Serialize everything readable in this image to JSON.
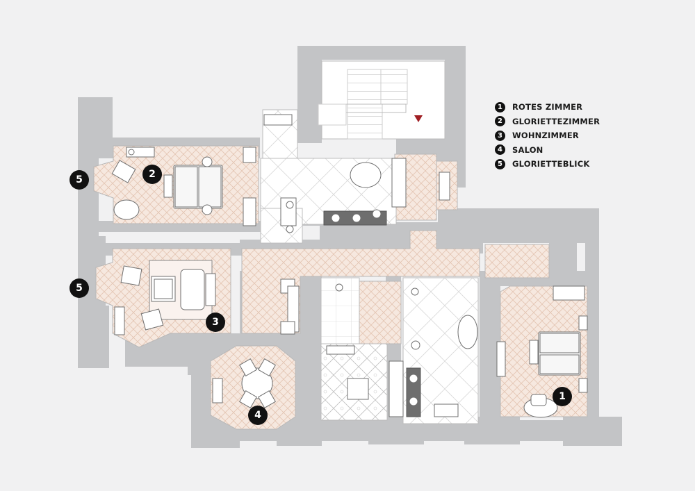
{
  "legend": {
    "items": [
      {
        "number": "1",
        "label": "ROTES ZIMMER"
      },
      {
        "number": "2",
        "label": "GLORIETTEZIMMER"
      },
      {
        "number": "3",
        "label": "WOHNZIMMER"
      },
      {
        "number": "4",
        "label": "SALON"
      },
      {
        "number": "5",
        "label": "GLORIETTEBLICK"
      }
    ]
  },
  "markers": {
    "rotes_zimmer": "1",
    "gloriettezimmer": "2",
    "wohnzimmer": "3",
    "salon": "4",
    "glorietteblick_upper": "5",
    "glorietteblick_lower": "5"
  },
  "colors": {
    "background": "#f1f1f2",
    "wall": "#c3c4c6",
    "parquet": "#f5e7de",
    "tile": "#ffffff",
    "marker": "#111111",
    "entrance_arrow": "#a01e23"
  }
}
